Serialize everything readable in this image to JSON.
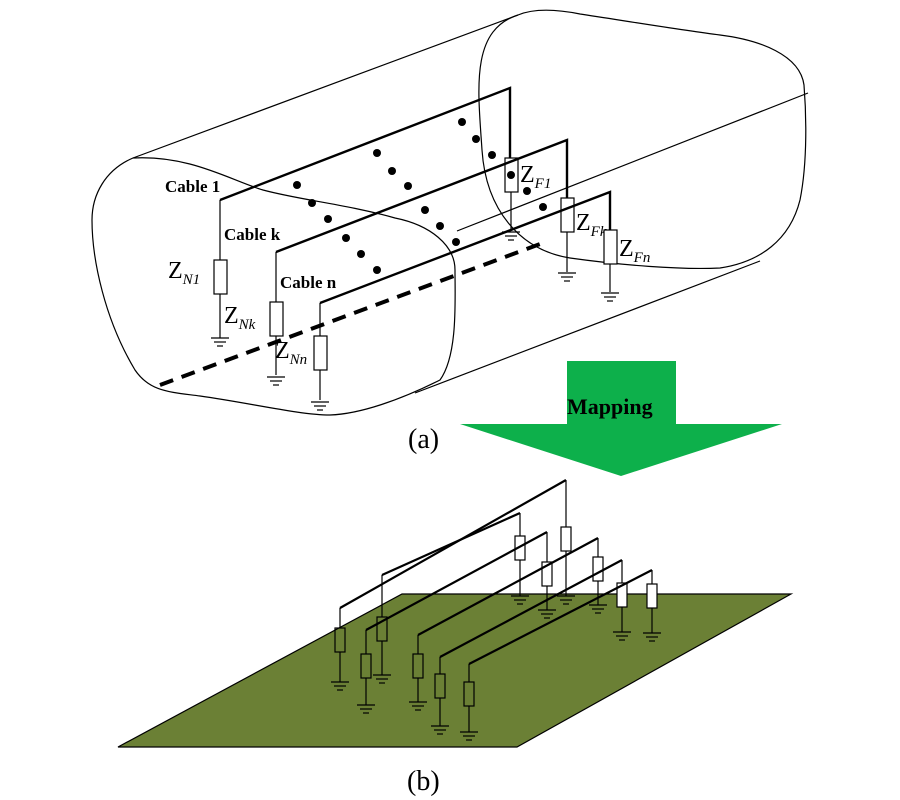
{
  "figure": {
    "panel_a": {
      "caption": "(a)",
      "cables": [
        {
          "label": "Cable 1",
          "near_impedance": {
            "symbol": "Z",
            "subscript": "N1"
          },
          "far_impedance": {
            "symbol": "Z",
            "subscript": "F1"
          }
        },
        {
          "label": "Cable k",
          "near_impedance": {
            "symbol": "Z",
            "subscript": "Nk"
          },
          "far_impedance": {
            "symbol": "Z",
            "subscript": "Fk"
          }
        },
        {
          "label": "Cable n",
          "near_impedance": {
            "symbol": "Z",
            "subscript": "Nn"
          },
          "far_impedance": {
            "symbol": "Z",
            "subscript": "Fn"
          }
        }
      ],
      "ellipsis_marker": "dots"
    },
    "arrow": {
      "label": "Mapping",
      "color": "#0db04b"
    },
    "panel_b": {
      "caption": "(b)",
      "ground_plane_color": "#6b8035",
      "cable_count": 6
    }
  }
}
